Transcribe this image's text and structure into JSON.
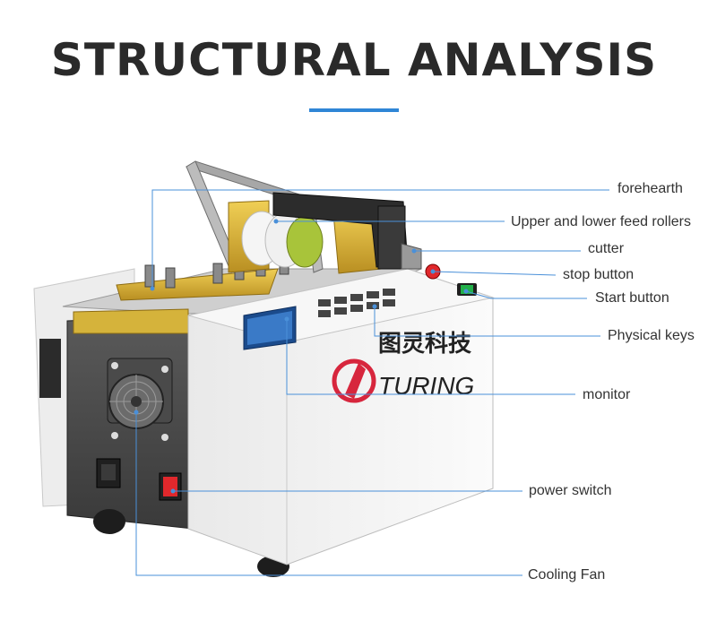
{
  "title": "STRUCTURAL ANALYSIS",
  "colors": {
    "accent": "#2f86d6",
    "leader_line": "#4a90d9",
    "machine_body": "#f3f3f3",
    "brass": "#d8b43a",
    "logo_red": "#d7263d",
    "text": "#333333"
  },
  "machine": {
    "brand_cn": "图灵科技",
    "brand_en": "TURING"
  },
  "labels": {
    "forehearth": "forehearth",
    "feed_rollers": "Upper and lower feed rollers",
    "cutter": "cutter",
    "stop_button": "stop button",
    "start_button": "Start button",
    "physical_keys": "Physical keys",
    "monitor": "monitor",
    "power_switch": "power switch",
    "cooling_fan": "Cooling Fan"
  }
}
